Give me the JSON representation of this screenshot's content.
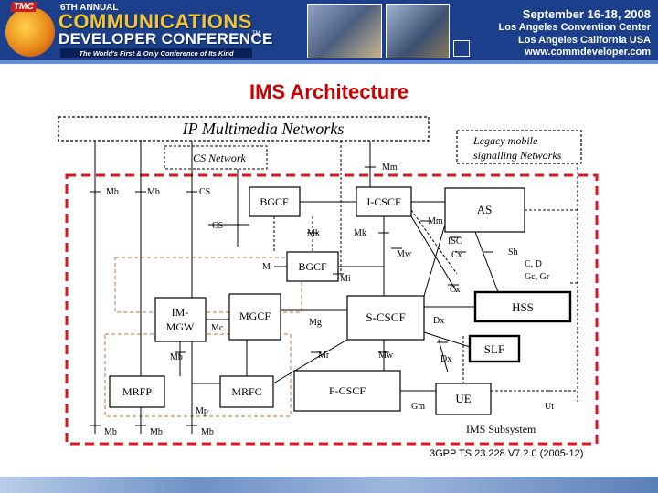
{
  "banner": {
    "logo_tag": "TMC",
    "annual": "6TH ANNUAL",
    "title_line1": "COMMUNICATIONS",
    "title_line2": "DEVELOPER CONFERENCE",
    "tm": "TM",
    "tagline": "The World's First & Only Conference of Its Kind",
    "date": "September 16-18, 2008",
    "venue": "Los Angeles Convention Center",
    "city": "Los Angeles California USA",
    "url": "www.commdeveloper.com"
  },
  "slide": {
    "title": "IMS Architecture",
    "source": "3GPP TS 23.228 V7.2.0 (2005-12)"
  },
  "diagram": {
    "boxes": {
      "ip_networks": "IP Multimedia Networks",
      "cs_network": "CS Network",
      "legacy_line1": "Legacy mobile",
      "legacy_line2": "signalling Networks",
      "bgcf_top": "BGCF",
      "icscf": "I-CSCF",
      "as": "AS",
      "bgcf": "BGCF",
      "im_mgw_line1": "IM-",
      "im_mgw_line2": "MGW",
      "mgcf": "MGCF",
      "scscf": "S-CSCF",
      "hss": "HSS",
      "slf": "SLF",
      "mrfp": "MRFP",
      "mrfc": "MRFC",
      "pcscf": "P-CSCF",
      "ue": "UE",
      "ims_subsystem": "IMS Subsystem"
    },
    "interfaces": {
      "mm_top": "Mm",
      "mb1": "Mb",
      "mb2": "Mb",
      "cs1": "CS",
      "cs2": "CS",
      "mk1": "Mk",
      "mk2": "Mk",
      "mm_mid": "Mm",
      "isc": "ISC",
      "cx1": "Cx",
      "sh": "Sh",
      "c_d_line1": "C, D",
      "c_d_line2": "Gc, Gr",
      "mw1": "Mw",
      "m": "M",
      "mi": "Mi",
      "cx2": "Cx",
      "dx1": "Dx",
      "dx2": "Dx",
      "mc": "Mc",
      "mg": "Mg",
      "mr": "Mr",
      "mw2": "Mw",
      "mb3": "Mb",
      "mp": "Mp",
      "gm": "Gm",
      "ut": "Ut",
      "mb4": "Mb",
      "mb5": "Mb",
      "mb6": "Mb"
    }
  }
}
